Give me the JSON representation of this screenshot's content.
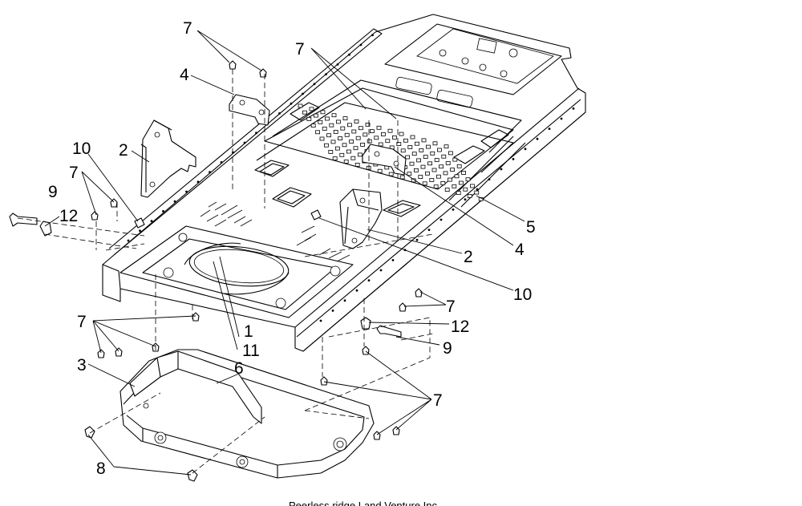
{
  "callouts": {
    "c1": "1",
    "c2a": "2",
    "c2b": "2",
    "c3": "3",
    "c4a": "4",
    "c4b": "4",
    "c5": "5",
    "c6": "6",
    "c7a": "7",
    "c7b": "7",
    "c7c": "7",
    "c7d": "7",
    "c7e": "7",
    "c7f": "7",
    "c8": "8",
    "c9a": "9",
    "c9b": "9",
    "c10a": "10",
    "c10b": "10",
    "c11": "11",
    "c12a": "12",
    "c12b": "12"
  },
  "caption": "Peerless ridge Land Venture Inc.",
  "colors": {
    "line": "#000000",
    "background": "#ffffff"
  }
}
